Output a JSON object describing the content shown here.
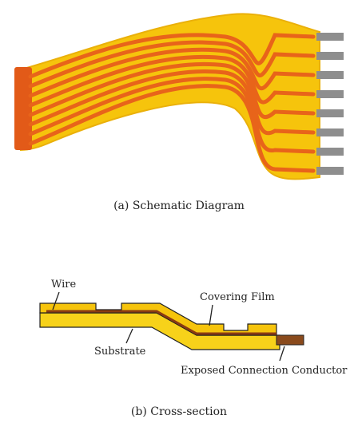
{
  "figure_a": {
    "caption": "(a) Schematic Diagram",
    "conductor_count": 8
  },
  "figure_b": {
    "caption": "(b) Cross-section",
    "labels": {
      "wire": "Wire",
      "covering_film": "Covering Film",
      "substrate": "Substrate",
      "exposed_conductor": "Exposed Connection Conductor"
    }
  },
  "colors": {
    "film_yellow": "#f6c40c",
    "film_edge": "#e8a800",
    "conductor_orange": "#e8641a",
    "conductor_dark": "#c7451a",
    "copper_brown": "#8a4a1c",
    "pin_gray": "#8e8e8e",
    "substrate_yellow": "#f7d21a"
  }
}
